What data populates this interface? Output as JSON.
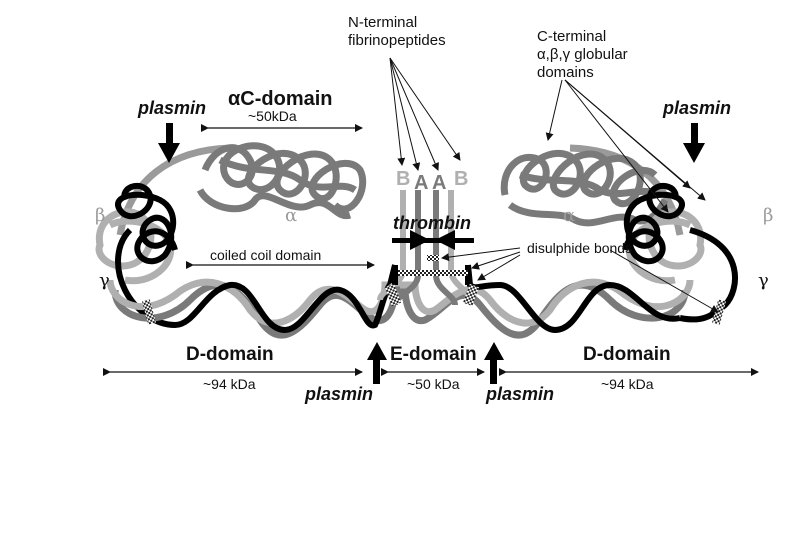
{
  "labels": {
    "n_terminal": [
      "N-terminal",
      "fibrinopeptides"
    ],
    "c_terminal": [
      "C-terminal",
      "α,β,γ globular",
      "domains"
    ],
    "alpha_c_domain": "αC-domain",
    "alpha_c_mass": "~50kDa",
    "plasmin": "plasmin",
    "thrombin": "thrombin",
    "coiled_coil": "coiled coil domain",
    "disulphide": "disulphide bonds",
    "d_domain": "D-domain",
    "d_mass": "~94 kDa",
    "e_domain": "E-domain",
    "e_mass": "~50 kDa",
    "alpha": "α",
    "beta": "β",
    "gamma": "γ",
    "fibrinopeptide_letters": [
      "B",
      "A",
      "A",
      "B"
    ]
  },
  "colors": {
    "alpha_chain": "#7a7a7a",
    "beta_chain": "#b0b0b0",
    "gamma_chain": "#000000",
    "text": "#111111"
  }
}
